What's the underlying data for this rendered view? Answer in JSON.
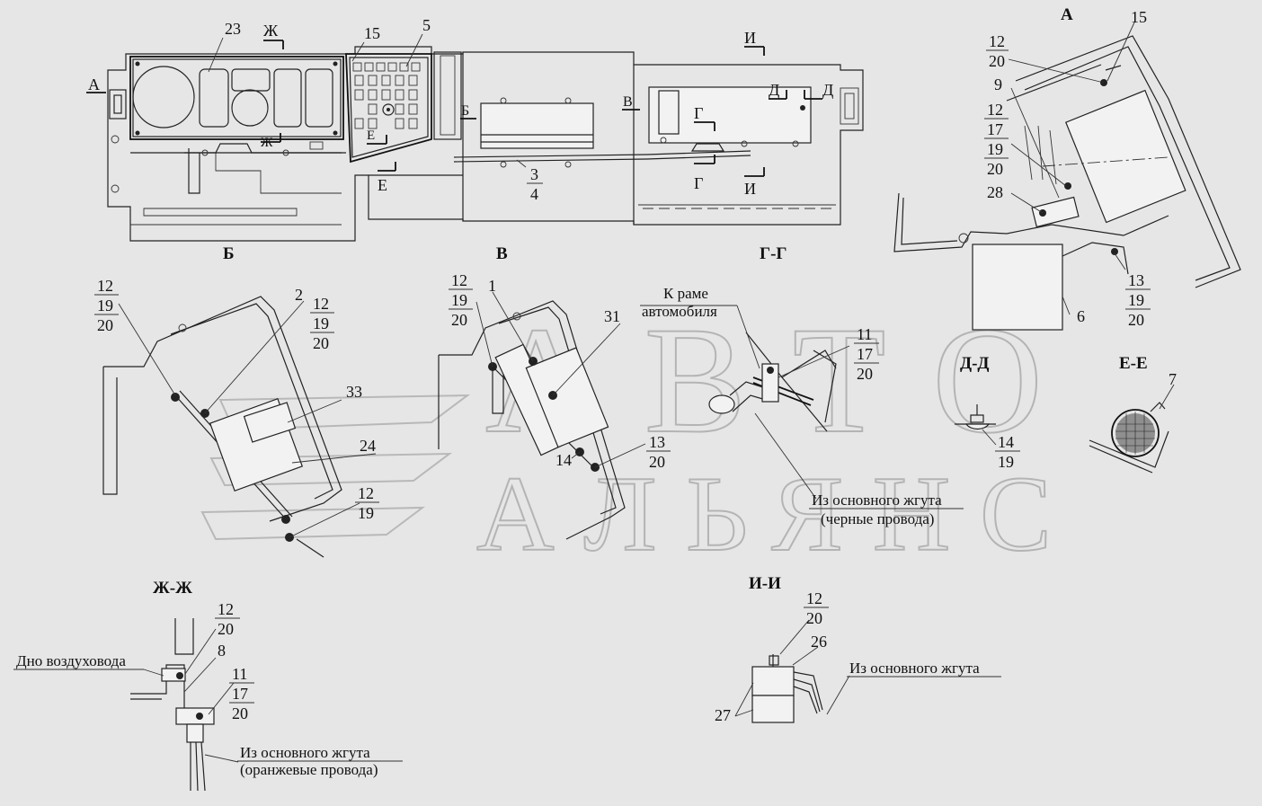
{
  "section_titles": {
    "A": "А",
    "B": "Б",
    "V": "В",
    "GG": "Г-Г",
    "DD": "Д-Д",
    "EE": "Е-Е",
    "ZhZh": "Ж-Ж",
    "II": "И-И"
  },
  "overview_marks": {
    "A_left": "А",
    "Zh_top": "Ж",
    "Zh_mid": "Ж",
    "E_mid": "Е",
    "E_bottom": "Е",
    "B_left": "Б",
    "V_left": "В",
    "G_top": "Г",
    "G_bottom": "Г",
    "I_top": "И",
    "I_bottom": "И",
    "D_left": "Д",
    "D_right": "Д"
  },
  "callouts": {
    "n23": "23",
    "n15": "15",
    "n5": "5",
    "n3": "3",
    "n4": "4",
    "a_12": "12",
    "a_20": "20",
    "a_15": "15",
    "a_9": "9",
    "a_12b": "12",
    "a_17": "17",
    "a_19": "19",
    "a_20b": "20",
    "a_28": "28",
    "a_13": "13",
    "a_19b": "19",
    "a_20c": "20",
    "a_6": "6",
    "b_12": "12",
    "b_19": "19",
    "b_20": "20",
    "b_2": "2",
    "b_12b": "12",
    "b_19b": "19",
    "b_20b": "20",
    "b_33": "33",
    "b_24": "24",
    "b_12c": "12",
    "b_19c": "19",
    "v_12": "12",
    "v_19": "19",
    "v_20": "20",
    "v_1": "1",
    "v_31": "31",
    "v_13": "13",
    "v_20b": "20",
    "v_14": "14",
    "g_11": "11",
    "g_17": "17",
    "g_20": "20",
    "d_14": "14",
    "d_19": "19",
    "e_7": "7",
    "zh_12": "12",
    "zh_20": "20",
    "zh_8": "8",
    "zh_11": "11",
    "zh_17": "17",
    "zh_20b": "20",
    "i_12": "12",
    "i_20": "20",
    "i_26": "26",
    "i_27": "27"
  },
  "labels": {
    "k_rame": "К раме",
    "avtomobilya": "автомобиля",
    "iz_osn_1": "Из основного жгута",
    "chernye": "(черные провода)",
    "dno": "Дно воздуховода",
    "iz_osn_2": "Из основного жгута",
    "oranzh": "(оранжевые провода)",
    "iz_osn_3": "Из основного жгута"
  },
  "watermark": {
    "line1": "АВТО",
    "line2": "АЛЬЯНС"
  }
}
